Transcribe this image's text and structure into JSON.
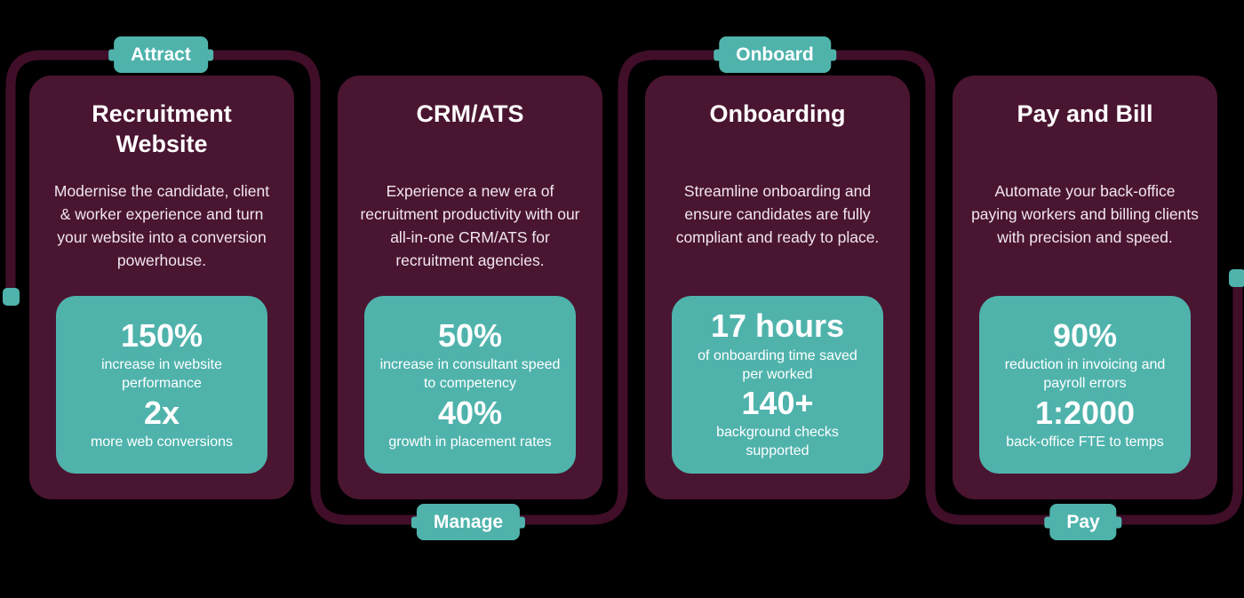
{
  "colors": {
    "background": "#000000",
    "card": "#4A1531",
    "connector_line": "#400E29",
    "teal_accent": "#4FB3AC",
    "text": "#FFFFFF"
  },
  "flow_stages": [
    {
      "label": "Attract"
    },
    {
      "label": "Manage"
    },
    {
      "label": "Onboard"
    },
    {
      "label": "Pay"
    }
  ],
  "cards": [
    {
      "title": "Recruitment Website",
      "description": "Modernise the candidate, client & worker experience and turn your website into a conversion powerhouse.",
      "stats": [
        {
          "value": "150%",
          "caption": "increase in website performance"
        },
        {
          "value": "2x",
          "caption": "more web conversions"
        }
      ]
    },
    {
      "title": "CRM/ATS",
      "description": "Experience a new era of recruitment productivity with our all-in-one CRM/ATS for recruitment agencies.",
      "stats": [
        {
          "value": "50%",
          "caption": "increase in consultant speed to competency"
        },
        {
          "value": "40%",
          "caption": "growth in placement rates"
        }
      ]
    },
    {
      "title": "Onboarding",
      "description": "Streamline onboarding and ensure candidates are fully compliant and ready to place.",
      "stats": [
        {
          "value": "17 hours",
          "caption": "of onboarding time saved per worked"
        },
        {
          "value": "140+",
          "caption": "background checks supported"
        }
      ]
    },
    {
      "title": "Pay and Bill",
      "description": "Automate your back-office paying workers and billing clients with precision and speed.",
      "stats": [
        {
          "value": "90%",
          "caption": "reduction in invoicing and payroll errors"
        },
        {
          "value": "1:2000",
          "caption": "back-office FTE to temps"
        }
      ]
    }
  ]
}
